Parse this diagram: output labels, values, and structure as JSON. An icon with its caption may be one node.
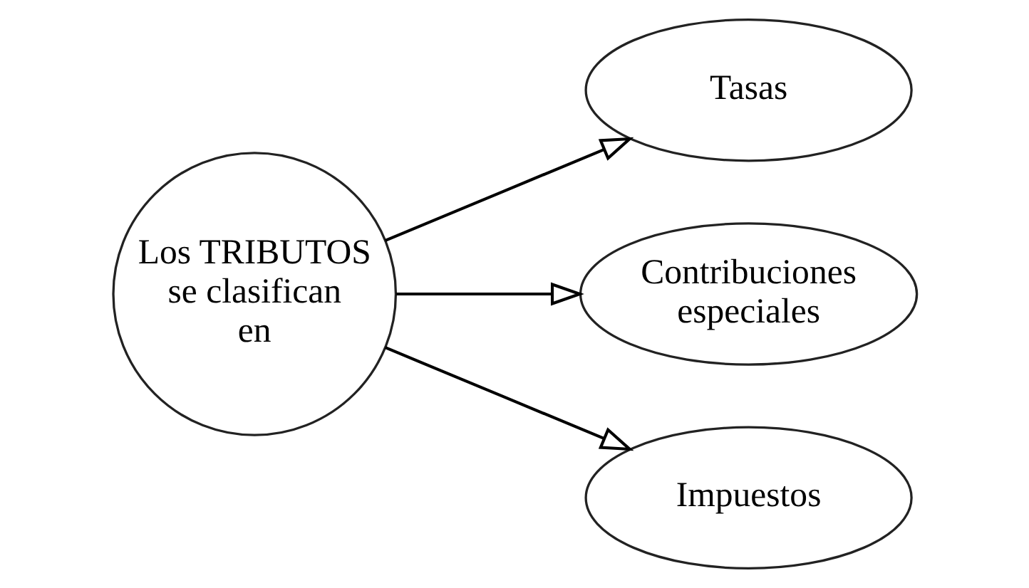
{
  "diagram": {
    "nodes": [
      {
        "text": [
          "Los TRIBUTOS se clasifican en"
        ]
      },
      {
        "text": [
          "Tasas"
        ]
      },
      {
        "text": [
          "Contribuciones especiales"
        ]
      },
      {
        "text": [
          "Impuestos"
        ]
      }
    ],
    "edges": [
      {
        "from": 0,
        "to": 1,
        "arrow": "to"
      },
      {
        "from": 0,
        "to": 2,
        "arrow": "to"
      },
      {
        "from": 0,
        "to": 3,
        "arrow": "to"
      }
    ]
  }
}
